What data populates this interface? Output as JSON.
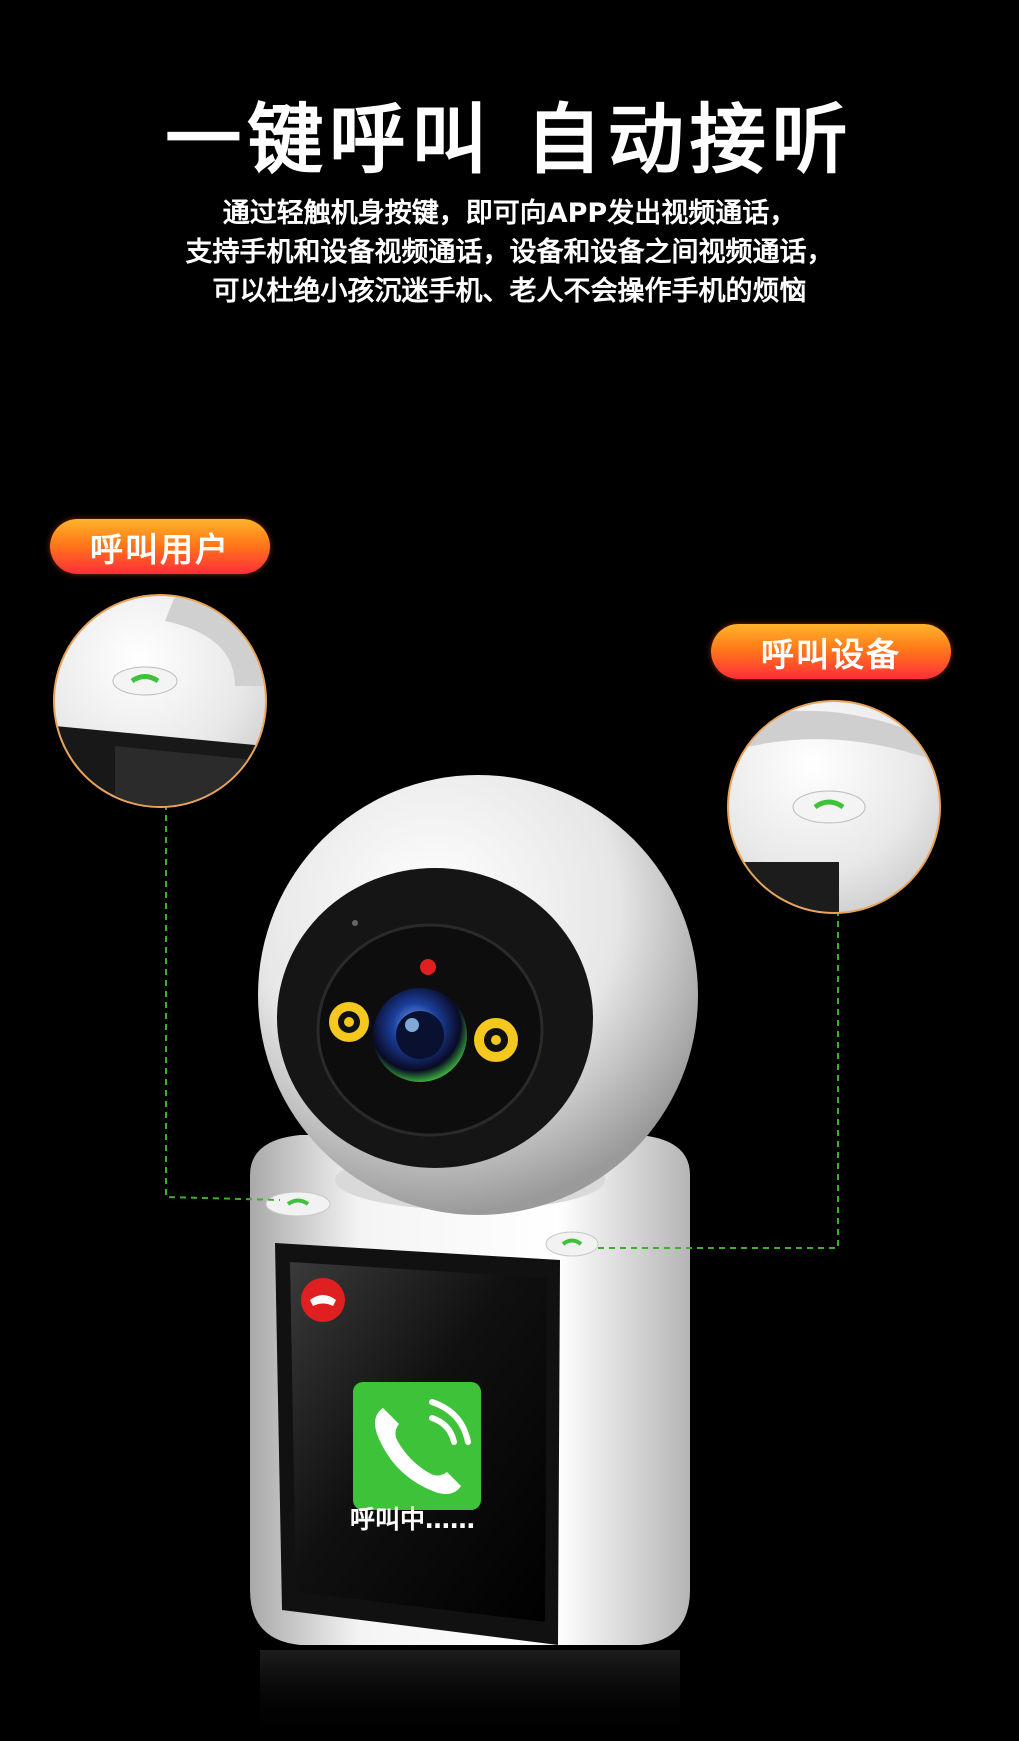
{
  "headline": "一键呼叫 自动接听",
  "description": {
    "line1": "通过轻触机身按键，即可向APP发出视频通话，",
    "line2": "支持手机和设备视频通话，设备和设备之间视频通话，",
    "line3": "可以杜绝小孩沉迷手机、老人不会操作手机的烦恼"
  },
  "callouts": {
    "call_user": "呼叫用户",
    "call_device": "呼叫设备"
  },
  "screen": {
    "status": "呼叫中……"
  },
  "icons": {
    "phone_button": "phone-icon",
    "hangup_button": "hangup-icon",
    "call_screen_icon": "phone-ringing-icon"
  },
  "colors": {
    "background": "#000000",
    "callout_gradient_top": "#ffb32b",
    "callout_gradient_bottom": "#ff2e3a",
    "leader_line": "#3fae2f",
    "call_icon_green": "#3ec23a",
    "hangup_red": "#e02020"
  }
}
